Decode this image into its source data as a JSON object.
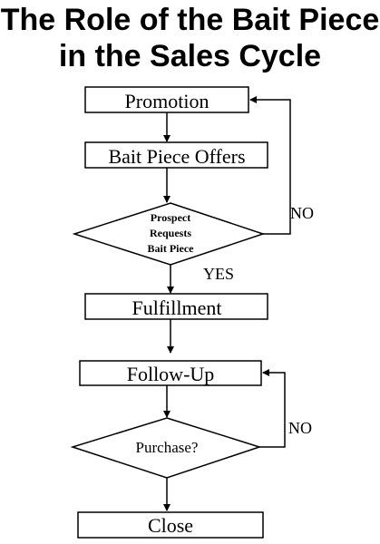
{
  "title": {
    "line1": "The Role of the Bait Piece",
    "line2": "in the Sales Cycle"
  },
  "nodes": {
    "promotion": "Promotion",
    "bait_offers": "Bait Piece Offers",
    "prospect_decision": [
      "Prospect",
      "Requests",
      "Bait Piece"
    ],
    "fulfillment": "Fulfillment",
    "follow_up": "Follow-Up",
    "purchase_decision": "Purchase?",
    "close": "Close"
  },
  "edges": {
    "prospect_no": "NO",
    "prospect_yes": "YES",
    "purchase_no": "NO"
  },
  "colors": {
    "stroke": "#000000",
    "fill": "#ffffff",
    "text": "#000000"
  }
}
